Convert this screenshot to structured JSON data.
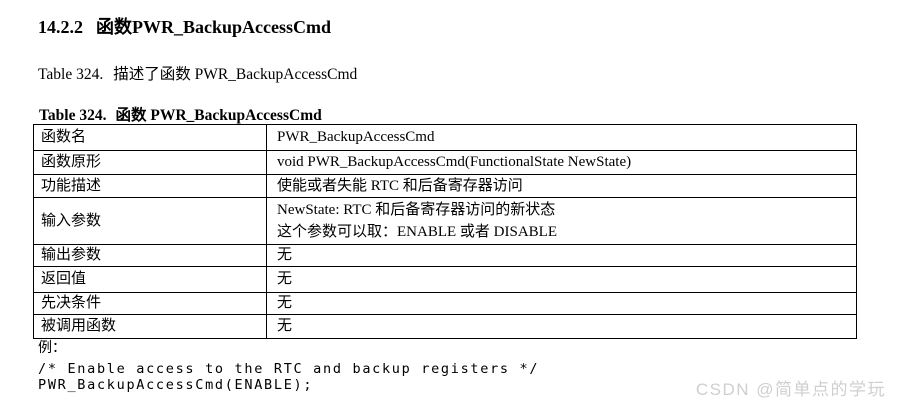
{
  "page": {
    "heading_number": "14.2.2",
    "heading_title": "函数PWR_BackupAccessCmd",
    "intro_prefix": "Table 324.",
    "intro_text": "描述了函数 PWR_BackupAccessCmd",
    "example_label": "例：",
    "watermark": "CSDN @简单点的学玩"
  },
  "table": {
    "caption_prefix": "Table 324.",
    "caption_title": "函数 PWR_BackupAccessCmd",
    "rows": [
      {
        "label": "函数名",
        "value": "PWR_BackupAccessCmd"
      },
      {
        "label": "函数原形",
        "value": "void PWR_BackupAccessCmd(FunctionalState NewState)"
      },
      {
        "label": "功能描述",
        "value": "使能或者失能 RTC 和后备寄存器访问"
      },
      {
        "label": "输入参数",
        "value_lines": [
          "NewState: RTC 和后备寄存器访问的新状态",
          "这个参数可以取：ENABLE 或者 DISABLE"
        ]
      },
      {
        "label": "输出参数",
        "value": "无"
      },
      {
        "label": "返回值",
        "value": "无"
      },
      {
        "label": "先决条件",
        "value": "无"
      },
      {
        "label": "被调用函数",
        "value": "无"
      }
    ]
  },
  "code": {
    "lines": [
      "/* Enable access to the RTC and backup registers */",
      "PWR_BackupAccessCmd(ENABLE);"
    ]
  },
  "colors": {
    "background": "#ffffff",
    "text": "#000000",
    "table_border": "#000000",
    "watermark": "#cfcfcf"
  }
}
